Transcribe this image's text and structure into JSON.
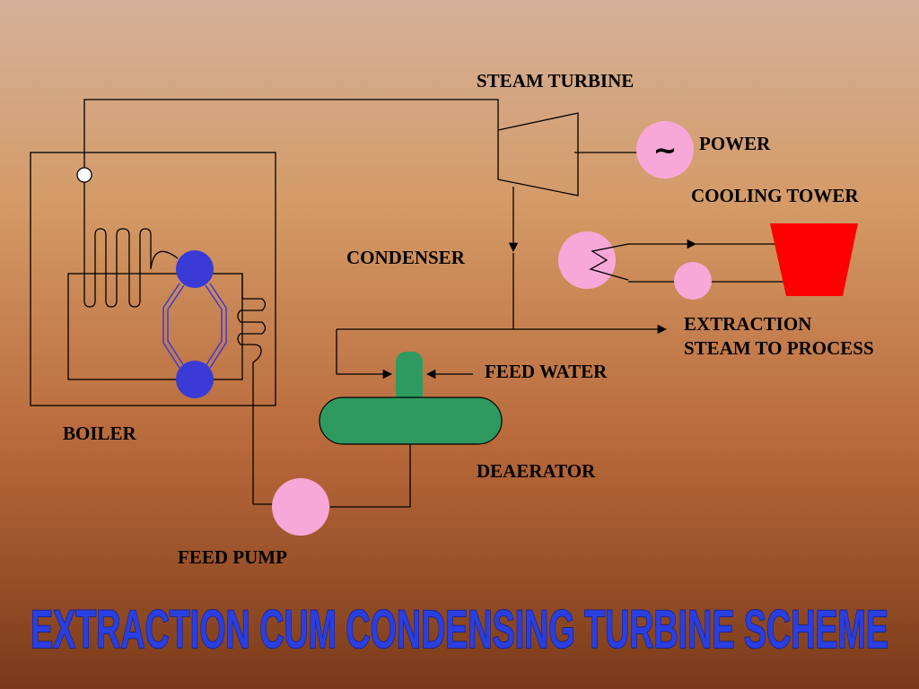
{
  "labels": {
    "steam_turbine": "STEAM TURBINE",
    "power": "POWER",
    "cooling_tower": "COOLING TOWER",
    "condenser": "CONDENSER",
    "extraction_line1": "EXTRACTION",
    "extraction_line2": "STEAM TO PROCESS",
    "feed_water": "FEED WATER",
    "boiler": "BOILER",
    "deaerator": "DEAERATOR",
    "feed_pump": "FEED PUMP",
    "generator_symbol": "~"
  },
  "title": "EXTRACTION CUM CONDENSING TURBINE SCHEME",
  "colors": {
    "pink": "#f7a8d8",
    "blue_drum": "#3a3ad6",
    "deaerator_green": "#2f9a60",
    "cooling_tower_red": "#ff0000",
    "title_blue": "#2a3fe0"
  }
}
